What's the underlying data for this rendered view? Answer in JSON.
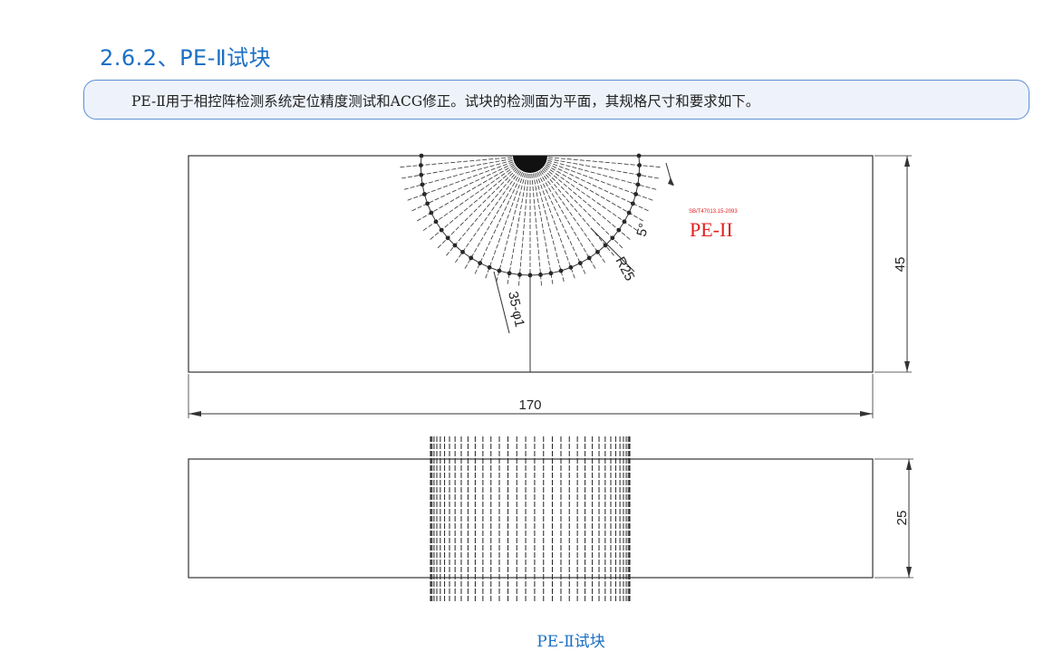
{
  "section": {
    "heading": "2.6.2、PE-Ⅱ试块",
    "intro": "PE-Ⅱ用于相控阵检测系统定位精度测试和ACG修正。试块的检测面为平面，其规格尺寸和要求如下。"
  },
  "drawing": {
    "top_view": {
      "dimension_width": "170",
      "dimension_height": "45",
      "angle_label": "5°",
      "radius_label": "R25",
      "holes_label": "35-φ1",
      "block_name": "PE-II",
      "standard_label": "SB/T47013.15-2093"
    },
    "side_view": {
      "dimension_height": "25"
    },
    "caption": "PE-Ⅱ试块",
    "colors": {
      "line": "#222222",
      "name_red": "#e02020",
      "caption_blue": "#1a6fc4"
    }
  }
}
